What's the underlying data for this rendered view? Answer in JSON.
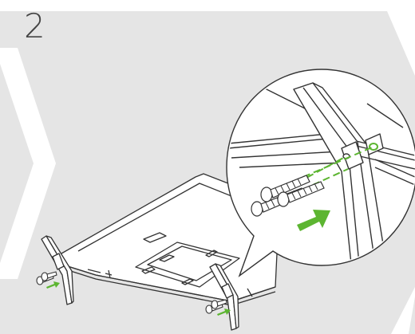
{
  "step": {
    "number": "2"
  },
  "colors": {
    "panel_background": "#e5e5e5",
    "page_background": "#ffffff",
    "line": "#333333",
    "callout_fill": "#ffffff",
    "accent_green": "#5cb531",
    "chevron_fill": "#ffffff"
  },
  "icons": {
    "arrow": "green-insert-arrow",
    "screw": "screw",
    "stand_leg": "tv-stand-leg"
  }
}
